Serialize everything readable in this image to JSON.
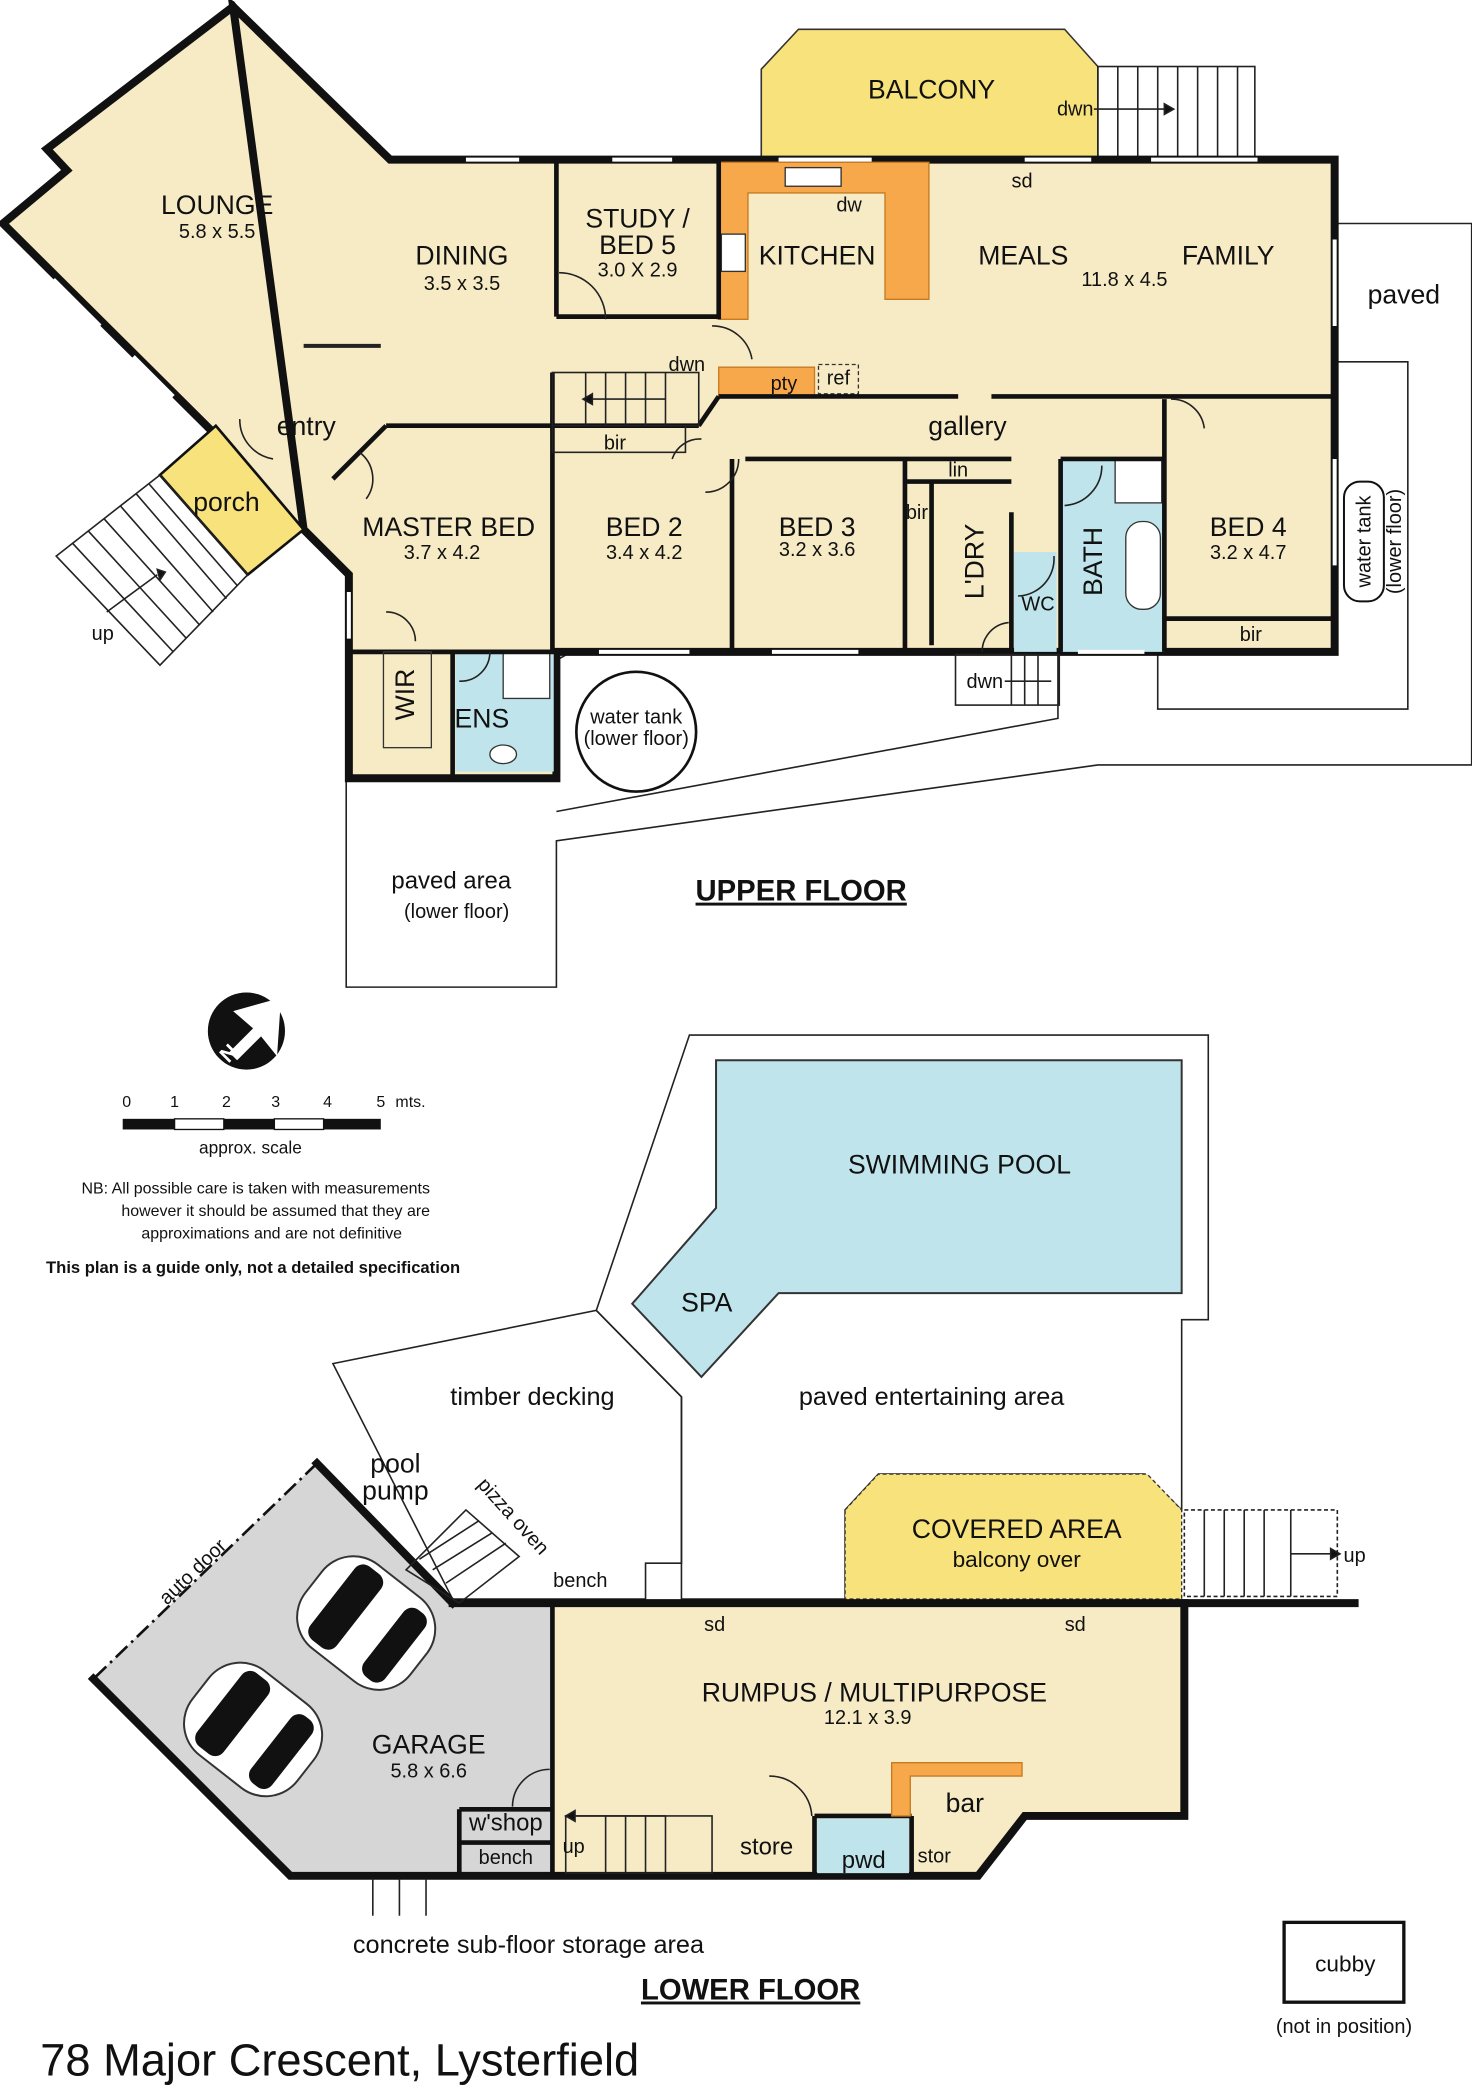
{
  "address": "78 Major Crescent, Lysterfield",
  "upper_floor": {
    "title": "UPPER FLOOR",
    "lounge": {
      "name": "LOUNGE",
      "size": "5.8 x 5.5"
    },
    "dining": {
      "name": "DINING",
      "size": "3.5 x 3.5"
    },
    "study": {
      "name1": "STUDY /",
      "name2": "BED 5",
      "size": "3.0 X 2.9"
    },
    "kitchen": "KITCHEN",
    "meals": "MEALS",
    "family": "FAMILY",
    "meals_family_size": "11.8 x 4.5",
    "master": {
      "name": "MASTER BED",
      "size": "3.7 x 4.2"
    },
    "bed2": {
      "name": "BED 2",
      "size": "3.4 x 4.2"
    },
    "bed3": {
      "name": "BED 3",
      "size": "3.2 x 3.6"
    },
    "bed4": {
      "name": "BED 4",
      "size": "3.2 x 4.7"
    },
    "balcony": "BALCONY",
    "porch": "porch",
    "entry": "entry",
    "gallery": "gallery",
    "wir": "WIR",
    "ens": "ENS",
    "ldry": "L'DRY",
    "wc": "WC",
    "bath": "BATH",
    "dw": "dw",
    "sd": "sd",
    "dwn": "dwn",
    "pty": "pty",
    "ref": "ref",
    "bir": "bir",
    "lin": "lin",
    "up": "up",
    "paved": "paved",
    "water_tank": "water tank",
    "lower_floor_note": "(lower floor)",
    "paved_area": "paved area"
  },
  "lower_floor": {
    "title": "LOWER FLOOR",
    "pool": "SWIMMING POOL",
    "spa": "SPA",
    "decking": "timber decking",
    "paved_ent": "paved entertaining area",
    "pool_word": "pool",
    "pump_word": "pump",
    "pizza_oven": "pizza oven",
    "auto_door": "auto door",
    "bench": "bench",
    "covered": "COVERED AREA",
    "balcony_over": "balcony over",
    "up": "up",
    "sd": "sd",
    "rumpus": {
      "name": "RUMPUS / MULTIPURPOSE",
      "size": "12.1 x 3.9"
    },
    "garage": {
      "name": "GARAGE",
      "size": "5.8 x 6.6"
    },
    "wshop": "w'shop",
    "store": "store",
    "pwd": "pwd",
    "stor": "stor",
    "bar": "bar",
    "subfloor": "concrete sub-floor storage area",
    "cubby": "cubby",
    "not_in_position": "(not in position)"
  },
  "legend": {
    "north": "N",
    "scale_ticks": [
      "0",
      "1",
      "2",
      "3",
      "4",
      "5"
    ],
    "unit": "mts.",
    "scale_label": "approx. scale",
    "note": [
      "NB:  All possible care is taken with measurements",
      "however it should be assumed that they are",
      "approximations and are not definitive"
    ],
    "disclaimer": "This plan is a guide only, not a detailed specification"
  }
}
